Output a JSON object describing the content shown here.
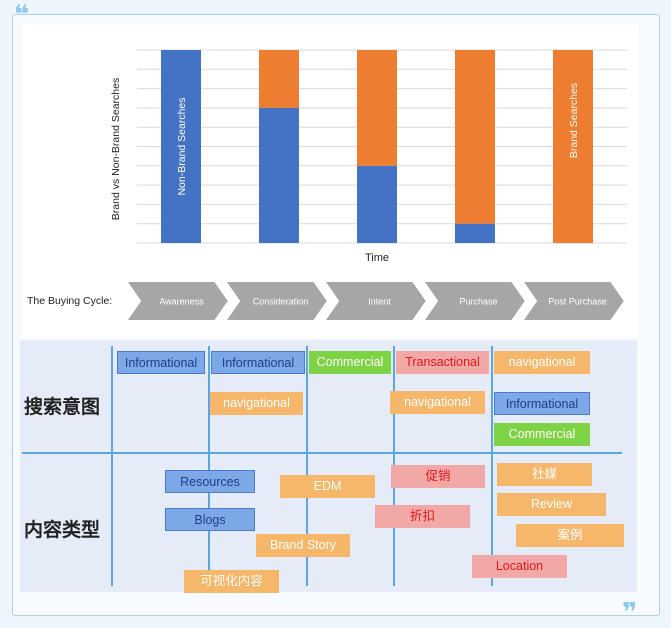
{
  "chart_data": {
    "type": "bar",
    "stacked": true,
    "xlabel": "Time",
    "ylabel": "Brand vs Non-Brand Searches",
    "ylim": [
      0,
      100
    ],
    "grid": true,
    "categories": [
      "Awareness",
      "Consideration",
      "Intent",
      "Purchase",
      "Post Purchase"
    ],
    "series": [
      {
        "name": "Non-Brand Searches",
        "color": "#4472c4",
        "values": [
          100,
          70,
          40,
          10,
          0
        ]
      },
      {
        "name": "Brand Searches",
        "color": "#ed7d31",
        "values": [
          0,
          30,
          60,
          90,
          100
        ]
      }
    ]
  },
  "buying_cycle": {
    "label": "The Buying Cycle:",
    "stages": [
      "Awareness",
      "Consideration",
      "Intent",
      "Purchase",
      "Post Purchase"
    ],
    "color": "#a6a6a6"
  },
  "matrix": {
    "row_labels": [
      "搜索意图",
      "内容类型"
    ],
    "intent_tags": [
      {
        "text": "Informational",
        "style": "info"
      },
      {
        "text": "Informational",
        "style": "info"
      },
      {
        "text": "Commercial",
        "style": "green"
      },
      {
        "text": "Transactional",
        "style": "red"
      },
      {
        "text": "navigational",
        "style": "orange"
      },
      {
        "text": "navigational",
        "style": "orange"
      },
      {
        "text": "navigational",
        "style": "orange"
      },
      {
        "text": "Informational",
        "style": "info"
      },
      {
        "text": "Commercial",
        "style": "green"
      }
    ],
    "content_tags": [
      {
        "text": "Resources",
        "style": "info"
      },
      {
        "text": "Blogs",
        "style": "info"
      },
      {
        "text": "可视化内容",
        "style": "orange"
      },
      {
        "text": "EDM",
        "style": "orange"
      },
      {
        "text": "Brand Story",
        "style": "orange"
      },
      {
        "text": "促销",
        "style": "red"
      },
      {
        "text": "折扣",
        "style": "red"
      },
      {
        "text": "Location",
        "style": "red"
      },
      {
        "text": "社媒",
        "style": "orange"
      },
      {
        "text": "Review",
        "style": "orange"
      },
      {
        "text": "案例",
        "style": "orange"
      }
    ]
  }
}
